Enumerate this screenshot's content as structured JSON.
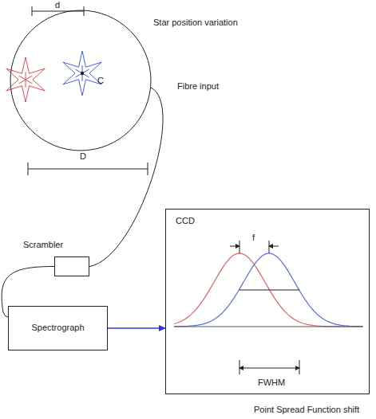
{
  "diagram": {
    "nodes": [
      {
        "text": [
          "C"
        ]
      },
      {
        "text": [
          "Scrambler"
        ]
      },
      {
        "text": [
          "Spectrograph"
        ]
      },
      {
        "text": [
          "CCD"
        ]
      }
    ],
    "edges": [
      {
        "from": 0,
        "to": 1,
        "arrow": "none"
      },
      {
        "from": 1,
        "to": 2,
        "arrow": "none"
      },
      {
        "from": 2,
        "to": 3,
        "arrow": "to"
      }
    ],
    "labels": [
      "d",
      "Star position variation",
      "Fibre input",
      "D",
      "f",
      "FWHM",
      "Point Spread Function shift"
    ]
  }
}
